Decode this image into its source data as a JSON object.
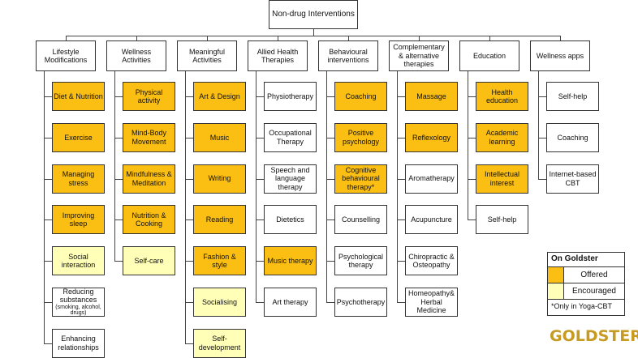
{
  "root": "Non-drug Interventions",
  "categories": [
    {
      "label": "Lifestyle Modifications",
      "items": [
        {
          "text": "Diet & Nutrition",
          "status": "offered"
        },
        {
          "text": "Exercise",
          "status": "offered"
        },
        {
          "text": "Managing stress",
          "status": "offered"
        },
        {
          "text": "Improving sleep",
          "status": "offered"
        },
        {
          "text": "Social interaction",
          "status": "encouraged"
        },
        {
          "text": "Reducing substances",
          "sub": "(smoking, alcohol, drugs)",
          "status": "none"
        },
        {
          "text": "Enhancing relationships",
          "status": "none"
        }
      ]
    },
    {
      "label": "Wellness Activities",
      "items": [
        {
          "text": "Physical activity",
          "status": "offered"
        },
        {
          "text": "Mind-Body Movement",
          "status": "offered"
        },
        {
          "text": "Mindfulness & Meditation",
          "status": "offered"
        },
        {
          "text": "Nutrition & Cooking",
          "status": "offered"
        },
        {
          "text": "Self-care",
          "status": "encouraged"
        }
      ]
    },
    {
      "label": "Meaningful Activities",
      "items": [
        {
          "text": "Art & Design",
          "status": "offered"
        },
        {
          "text": "Music",
          "status": "offered"
        },
        {
          "text": "Writing",
          "status": "offered"
        },
        {
          "text": "Reading",
          "status": "offered"
        },
        {
          "text": "Fashion & style",
          "status": "offered"
        },
        {
          "text": "Socialising",
          "status": "encouraged"
        },
        {
          "text": "Self-development",
          "status": "encouraged"
        }
      ]
    },
    {
      "label": "Allied Health Therapies",
      "items": [
        {
          "text": "Physiotherapy",
          "status": "none"
        },
        {
          "text": "Occupational Therapy",
          "status": "none"
        },
        {
          "text": "Speech and language therapy",
          "status": "none"
        },
        {
          "text": "Dietetics",
          "status": "none"
        },
        {
          "text": "Music therapy",
          "status": "offered"
        },
        {
          "text": "Art therapy",
          "status": "none"
        }
      ]
    },
    {
      "label": "Behavioural interventions",
      "items": [
        {
          "text": "Coaching",
          "status": "offered"
        },
        {
          "text": "Positive psychology",
          "status": "offered"
        },
        {
          "text": "Cognitive behavioural therapy*",
          "status": "offered"
        },
        {
          "text": "Counselling",
          "status": "none"
        },
        {
          "text": "Psychological therapy",
          "status": "none"
        },
        {
          "text": "Psychotherapy",
          "status": "none"
        }
      ]
    },
    {
      "label": "Complementary & alternative therapies",
      "items": [
        {
          "text": "Massage",
          "status": "offered"
        },
        {
          "text": "Reflexology",
          "status": "offered"
        },
        {
          "text": "Aromatherapy",
          "status": "none"
        },
        {
          "text": "Acupuncture",
          "status": "none"
        },
        {
          "text": "Chiropractic & Osteopathy",
          "status": "none"
        },
        {
          "text": "Homeopathy& Herbal Medicine",
          "status": "none"
        }
      ]
    },
    {
      "label": "Education",
      "items": [
        {
          "text": "Health education",
          "status": "offered"
        },
        {
          "text": "Academic learning",
          "status": "offered"
        },
        {
          "text": "Intellectual interest",
          "status": "offered"
        },
        {
          "text": "Self-help",
          "status": "none"
        }
      ]
    },
    {
      "label": "Wellness apps",
      "items": [
        {
          "text": "Self-help",
          "status": "none"
        },
        {
          "text": "Coaching",
          "status": "none"
        },
        {
          "text": "Internet-based CBT",
          "status": "none"
        }
      ]
    }
  ],
  "legend": {
    "title": "On Goldster",
    "offered": "Offered",
    "encouraged": "Encouraged",
    "note": "*Only in Yoga-CBT"
  },
  "colors": {
    "offered": "#fbbf14",
    "encouraged": "#ffffb8"
  },
  "logo": "GOLDSTER★"
}
